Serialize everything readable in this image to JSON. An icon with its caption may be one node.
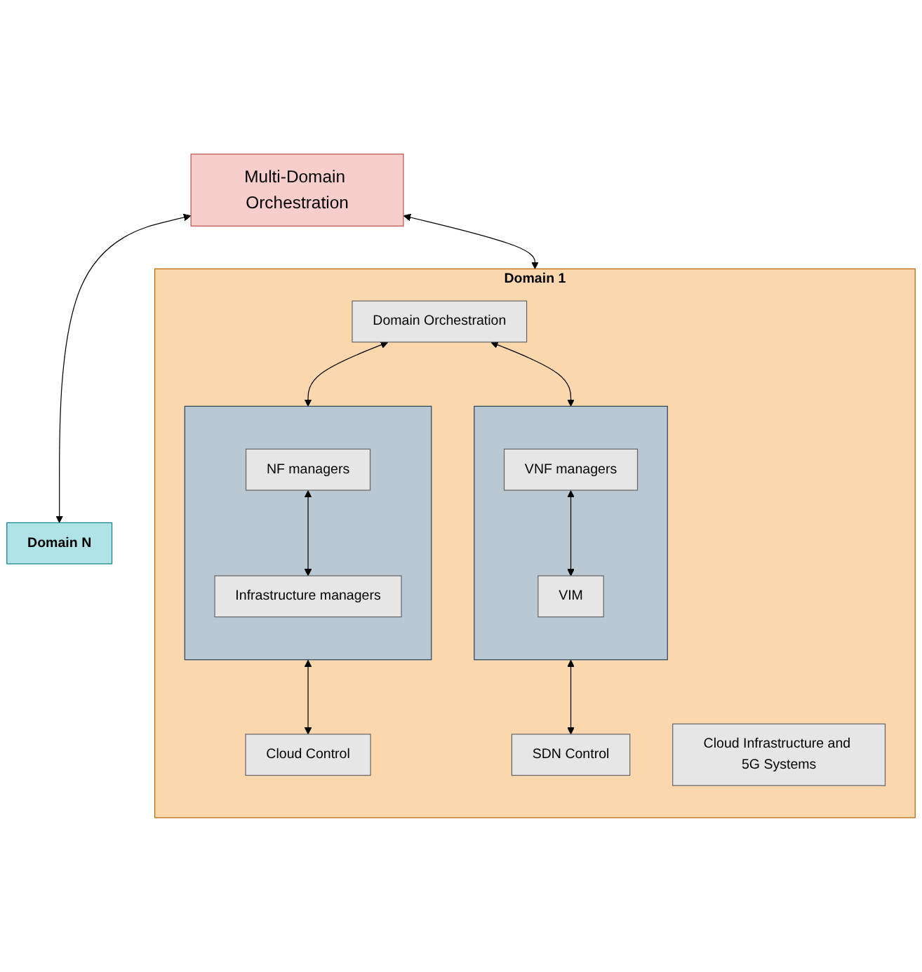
{
  "diagram": {
    "nodes": [
      {
        "text": [
          "Multi-Domain Orchestration"
        ]
      },
      {
        "text": [
          "Domain N"
        ]
      },
      {
        "text": [
          "Domain 1"
        ]
      },
      {
        "text": [
          "Domain Orchestration"
        ],
        "in": 2
      },
      {
        "text": [],
        "shape": "box",
        "in": 2
      },
      {
        "text": [
          "NF managers"
        ],
        "in": 4
      },
      {
        "text": [
          "Infrastructure managers"
        ],
        "in": 4
      },
      {
        "text": [],
        "shape": "box",
        "in": 2
      },
      {
        "text": [
          "VNF managers"
        ],
        "in": 7
      },
      {
        "text": [
          "VIM"
        ],
        "in": 7
      },
      {
        "text": [
          "Cloud Control"
        ],
        "in": 2
      },
      {
        "text": [
          "SDN Control"
        ],
        "in": 2
      },
      {
        "text": [
          "Cloud Infrastructure and 5G Systems"
        ],
        "in": 2
      }
    ],
    "edges": [
      {
        "from": 0,
        "to": 2,
        "arrow": "both"
      },
      {
        "from": 0,
        "to": 1,
        "arrow": "both"
      },
      {
        "from": 3,
        "to": 4,
        "arrow": "both"
      },
      {
        "from": 3,
        "to": 7,
        "arrow": "both"
      },
      {
        "from": 5,
        "to": 6,
        "arrow": "both"
      },
      {
        "from": 8,
        "to": 9,
        "arrow": "both"
      },
      {
        "from": 4,
        "to": 10,
        "arrow": "both"
      },
      {
        "from": 7,
        "to": 11,
        "arrow": "both"
      }
    ]
  }
}
